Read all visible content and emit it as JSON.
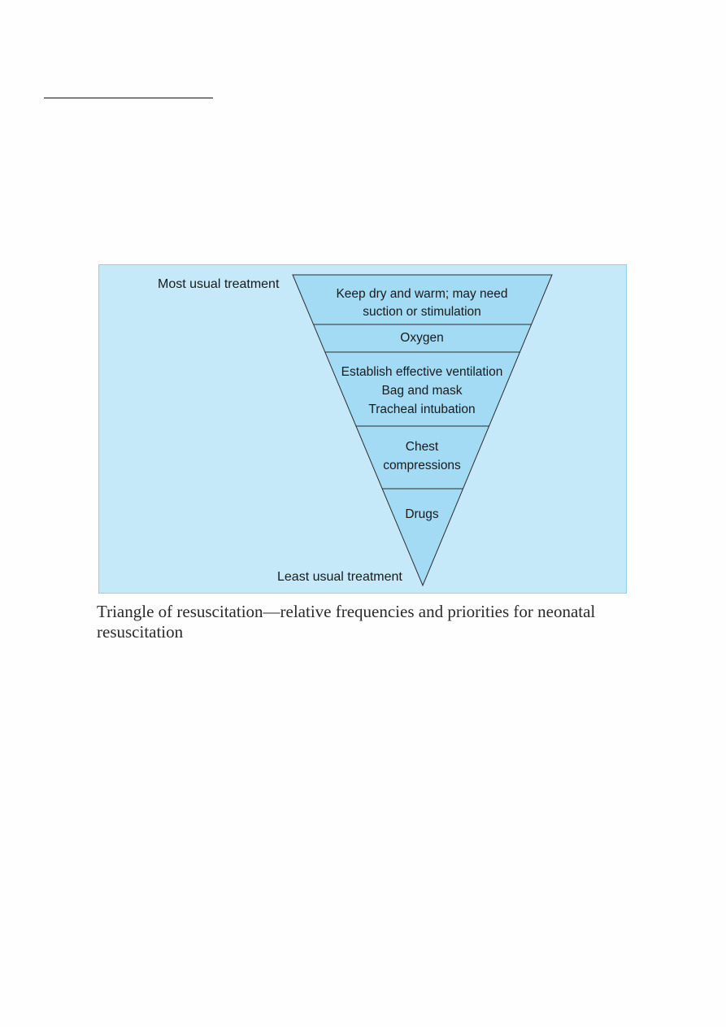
{
  "diagram": {
    "top_label": "Most usual treatment",
    "bottom_label": "Least usual treatment",
    "levels": [
      {
        "lines": [
          "Keep dry and warm; may need",
          "suction or stimulation"
        ]
      },
      {
        "lines": [
          "Oxygen"
        ]
      },
      {
        "lines": [
          "Establish effective ventilation",
          "Bag and mask",
          "Tracheal intubation"
        ]
      },
      {
        "lines": [
          "Chest",
          "compressions"
        ]
      },
      {
        "lines": [
          "Drugs"
        ]
      }
    ],
    "colors": {
      "panel": "#c6e9f9",
      "triangle": "#a3dbf5",
      "outline": "#2b2b2b"
    }
  },
  "caption": "Triangle of resuscitation—relative frequencies and priorities for neonatal resuscitation"
}
